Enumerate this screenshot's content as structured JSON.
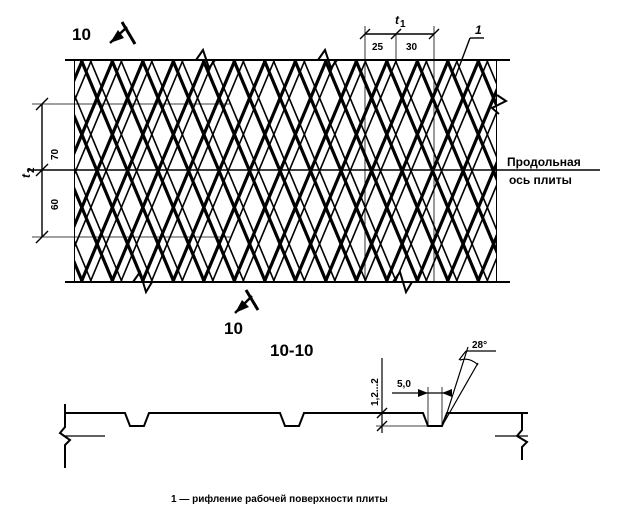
{
  "plan_view": {
    "section_mark_top": "10",
    "section_mark_bottom": "10",
    "callout_number": "1",
    "dim_t1_label": "t",
    "dim_t1_sub": "1",
    "dim_25": "25",
    "dim_30": "30",
    "dim_t2_label": "t",
    "dim_t2_sub": "2",
    "dim_70": "70",
    "dim_60": "60",
    "axis_label_line1": "Продольная",
    "axis_label_line2": "ось плиты"
  },
  "section_view": {
    "title": "10-10",
    "dim_height": "1,2...2",
    "dim_width": "5,0",
    "dim_angle": "28°"
  },
  "caption": {
    "text": "1 — рифление рабочей поверхности плиты"
  }
}
